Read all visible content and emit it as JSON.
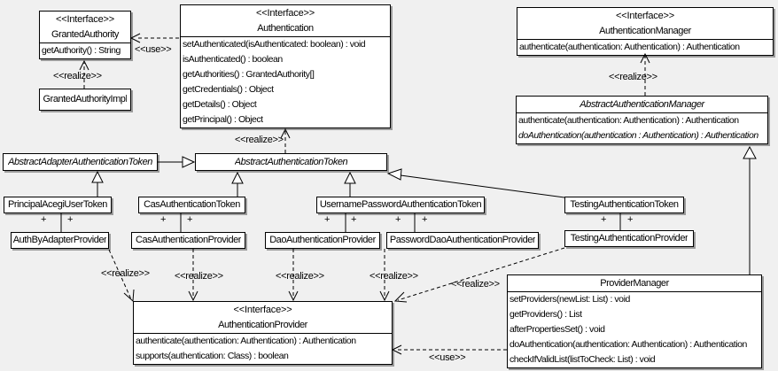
{
  "labels": {
    "use": "<<use>>",
    "realize": "<<realize>>",
    "interface_stereotype": "<<Interface>>",
    "plus": "+"
  },
  "classes": {
    "granted_authority": {
      "stereotype": "<<Interface>>",
      "name": "GrantedAuthority",
      "methods": [
        "getAuthority() : String"
      ]
    },
    "granted_authority_impl": {
      "name": "GrantedAuthorityImpl"
    },
    "authentication": {
      "stereotype": "<<Interface>>",
      "name": "Authentication",
      "methods": [
        "setAuthenticated(isAuthenticated: boolean) : void",
        "isAuthenticated() : boolean",
        "getAuthorities() : GrantedAuthority[]",
        "getCredentials() : Object",
        "getDetails() : Object",
        "getPrincipal() : Object"
      ]
    },
    "authentication_manager": {
      "stereotype": "<<Interface>>",
      "name": "AuthenticationManager",
      "methods": [
        "authenticate(authentication: Authentication) : Authentication"
      ]
    },
    "abstract_authentication_manager": {
      "name": "AbstractAuthenticationManager",
      "methods": [
        "authenticate(authentication: Authentication) : Authentication",
        "doAuthentication(authentication : Authentication) : Authentication"
      ]
    },
    "abstract_adapter_authentication_token": {
      "name": "AbstractAdapterAuthenticationToken"
    },
    "abstract_authentication_token": {
      "name": "AbstractAuthenticationToken"
    },
    "principal_acegi_user_token": {
      "name": "PrincipalAcegiUserToken"
    },
    "cas_authentication_token": {
      "name": "CasAuthenticationToken"
    },
    "username_password_authentication_token": {
      "name": "UsernamePasswordAuthenticationToken"
    },
    "testing_authentication_token": {
      "name": "TestingAuthenticationToken"
    },
    "auth_by_adapter_provider": {
      "name": "AuthByAdapterProvider"
    },
    "cas_authentication_provider": {
      "name": "CasAuthenticationProvider"
    },
    "dao_authentication_provider": {
      "name": "DaoAuthenticationProvider"
    },
    "password_dao_authentication_provider": {
      "name": "PasswordDaoAuthenticationProvider"
    },
    "testing_authentication_provider": {
      "name": "TestingAuthenticationProvider"
    },
    "authentication_provider": {
      "stereotype": "<<Interface>>",
      "name": "AuthenticationProvider",
      "methods": [
        "authenticate(authentication: Authentication) : Authentication",
        "supports(authentication: Class) : boolean"
      ]
    },
    "provider_manager": {
      "name": "ProviderManager",
      "methods": [
        "setProviders(newList: List) : void",
        "getProviders() : List",
        "afterPropertiesSet() : void",
        "doAuthentication(authentication: Authentication) : Authentication",
        "checkIfValidList(listToCheck: List) : void"
      ]
    }
  },
  "colors": {
    "background": "#f0f0f0",
    "box_fill": "#ffffff",
    "box_border": "#000000",
    "box_shadow": "#9b9b9b"
  }
}
